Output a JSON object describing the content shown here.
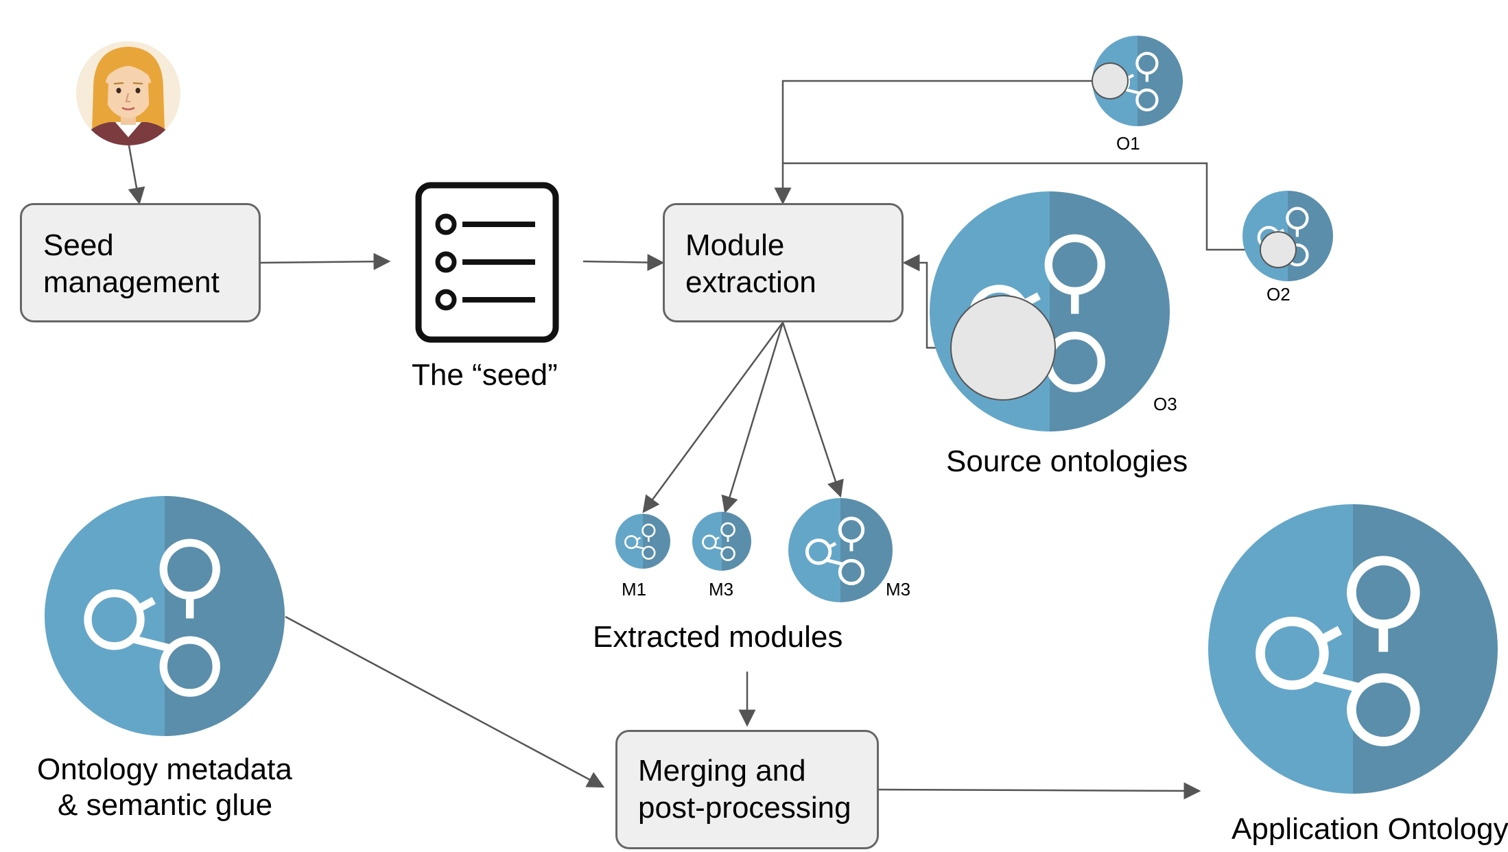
{
  "colors": {
    "onto_light": "#64a6c8",
    "onto_dark": "#5a8eab",
    "box_fill": "#efefef",
    "box_border": "#666666",
    "arrow": "#555555",
    "circle_gray": "#e6e6e6"
  },
  "boxes": {
    "seed_management": [
      "Seed",
      "management"
    ],
    "module_extraction": [
      "Module",
      "extraction"
    ],
    "merging": [
      "Merging and",
      "post-processing"
    ]
  },
  "labels": {
    "seed": "The “seed”",
    "source_ontologies": "Source ontologies",
    "extracted_modules": "Extracted modules",
    "metadata_line1": "Ontology metadata",
    "metadata_line2": "& semantic glue",
    "application_ontology": "Application Ontology"
  },
  "ontologies": {
    "o1": "O1",
    "o2": "O2",
    "o3": "O3",
    "m1": "M1",
    "m2": "M3",
    "m3": "M3"
  },
  "icons": {
    "user": "user-avatar-icon",
    "seed_list": "list-icon",
    "ontology": "ontology-graph-icon"
  }
}
